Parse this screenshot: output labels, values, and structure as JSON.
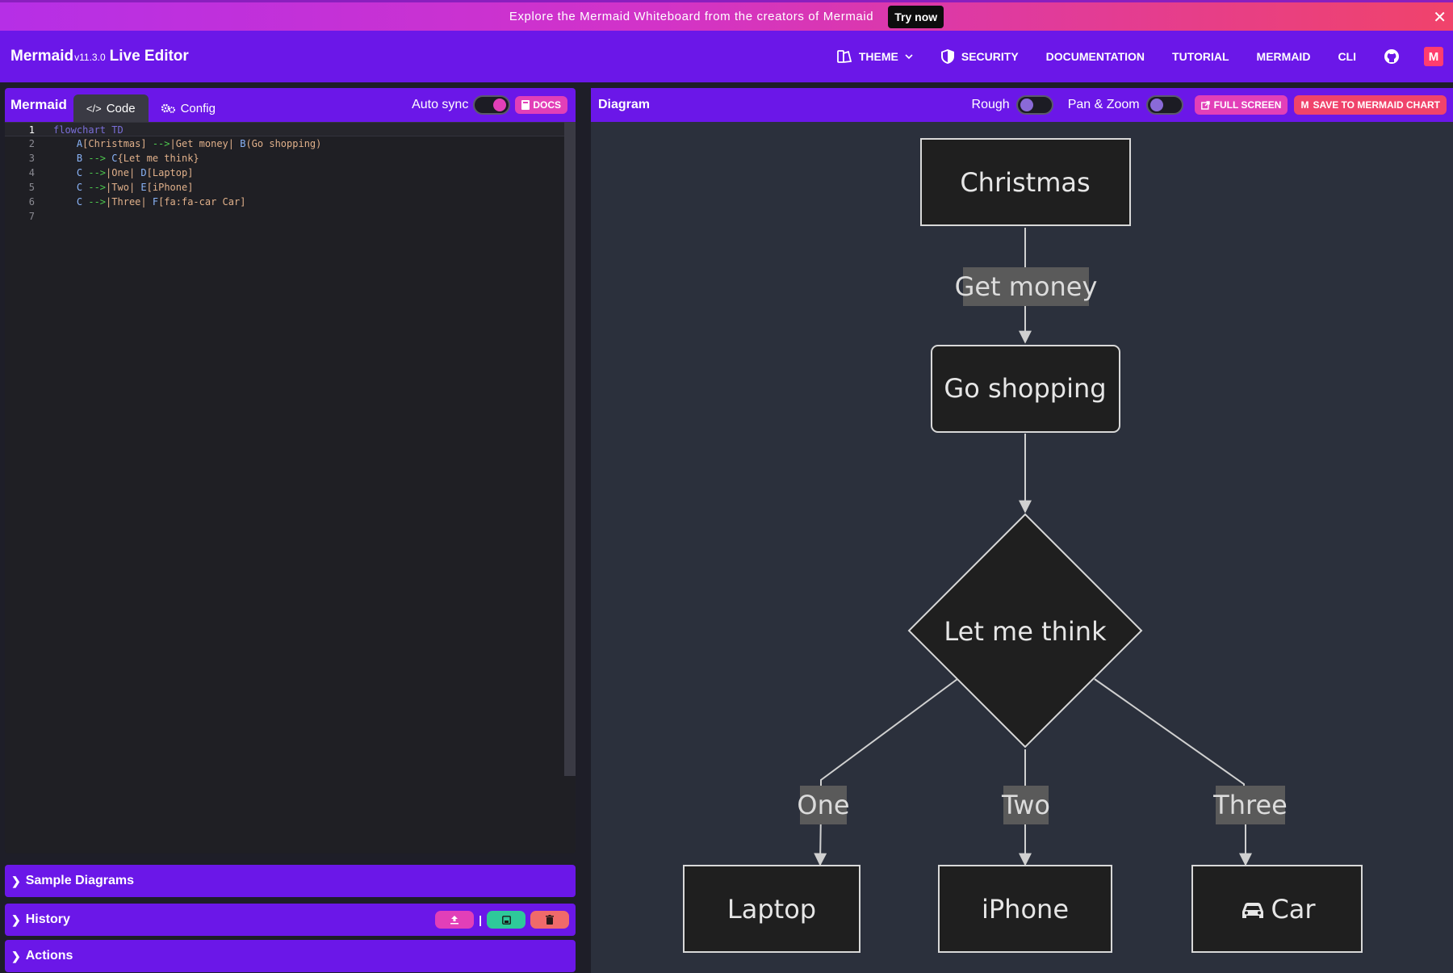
{
  "banner": {
    "text": "Explore the Mermaid Whiteboard from the creators of Mermaid",
    "cta": "Try now",
    "close": "✕"
  },
  "navbar": {
    "brand": "Mermaid",
    "version": "v11.3.0",
    "editor": "Live Editor",
    "items": {
      "theme": "THEME",
      "security": "SECURITY",
      "documentation": "DOCUMENTATION",
      "tutorial": "TUTORIAL",
      "mermaid": "MERMAID",
      "cli": "CLI"
    },
    "logo_letter": "M"
  },
  "editor": {
    "title": "Mermaid",
    "tabs": {
      "code": "Code",
      "config": "Config"
    },
    "autosync_label": "Auto sync",
    "autosync_on": true,
    "docs_label": "DOCS",
    "line_numbers": [
      "1",
      "2",
      "3",
      "4",
      "5",
      "6",
      "7"
    ],
    "lines": [
      [
        {
          "t": "flowchart TD",
          "c": "kw"
        }
      ],
      [
        {
          "t": "    A",
          "c": "id"
        },
        {
          "t": "[Christmas] ",
          "c": "str"
        },
        {
          "t": "-->",
          "c": "arrow"
        },
        {
          "t": "|Get money| ",
          "c": "str"
        },
        {
          "t": "B",
          "c": "id"
        },
        {
          "t": "(Go shopping)",
          "c": "str"
        }
      ],
      [
        {
          "t": "    B ",
          "c": "id"
        },
        {
          "t": "-->",
          "c": "arrow"
        },
        {
          "t": " C",
          "c": "id"
        },
        {
          "t": "{Let me think}",
          "c": "str"
        }
      ],
      [
        {
          "t": "    C ",
          "c": "id"
        },
        {
          "t": "-->",
          "c": "arrow"
        },
        {
          "t": "|One| ",
          "c": "str"
        },
        {
          "t": "D",
          "c": "id"
        },
        {
          "t": "[Laptop]",
          "c": "str"
        }
      ],
      [
        {
          "t": "    C ",
          "c": "id"
        },
        {
          "t": "-->",
          "c": "arrow"
        },
        {
          "t": "|Two| ",
          "c": "str"
        },
        {
          "t": "E",
          "c": "id"
        },
        {
          "t": "[iPhone]",
          "c": "str"
        }
      ],
      [
        {
          "t": "    C ",
          "c": "id"
        },
        {
          "t": "-->",
          "c": "arrow"
        },
        {
          "t": "|Three| ",
          "c": "str"
        },
        {
          "t": "F",
          "c": "id"
        },
        {
          "t": "[fa:fa-car Car]",
          "c": "str"
        }
      ],
      []
    ]
  },
  "accordions": {
    "samples": "Sample Diagrams",
    "history": "History",
    "actions": "Actions"
  },
  "diagram": {
    "title": "Diagram",
    "rough_label": "Rough",
    "rough_on": false,
    "panzoom_label": "Pan & Zoom",
    "panzoom_on": false,
    "fullscreen_label": "FULL SCREEN",
    "save_label": "SAVE TO MERMAID CHART",
    "nodes": {
      "christmas": "Christmas",
      "shopping": "Go shopping",
      "think": "Let me think",
      "laptop": "Laptop",
      "iphone": "iPhone",
      "car": "Car"
    },
    "edge_labels": {
      "money": "Get money",
      "one": "One",
      "two": "Two",
      "three": "Three"
    }
  },
  "colors": {
    "brand_purple": "#6b17e8",
    "accent_pink": "#e23fb8",
    "accent_red": "#f0436b",
    "diagram_bg": "#2b303c"
  }
}
